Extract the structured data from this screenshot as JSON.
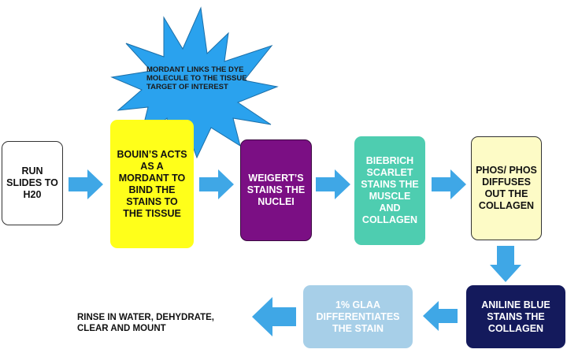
{
  "steps": [
    {
      "label": "RUN SLIDES TO H20"
    },
    {
      "label": "BOUIN’S ACTS AS A MORDANT TO BIND THE STAINS TO THE TISSUE"
    },
    {
      "label": "WEIGERT’S STAINS THE NUCLEI"
    },
    {
      "label": "BIEBRICH SCARLET STAINS THE MUSCLE AND COLLAGEN"
    },
    {
      "label": "PHOS/ PHOS DIFFUSES OUT THE COLLAGEN"
    },
    {
      "label": "ANILINE BLUE STAINS THE COLLAGEN"
    },
    {
      "label": "1% GLAA DIFFERENTIATES THE STAIN"
    }
  ],
  "callout": {
    "text": "MORDANT LINKS THE DYE MOLECULE TO THE TISSUE TARGET OF INTEREST"
  },
  "final_step": {
    "text": "RINSE IN WATER, DEHYDRATE, CLEAR AND MOUNT"
  },
  "colors": {
    "arrow": "#3fa7e6",
    "burst": "#2aa2ee",
    "yellow": "#ffff1a",
    "purple": "#7b0f84",
    "teal": "#4ecdb0",
    "cream": "#fdfbc6",
    "navy": "#141a5c",
    "lightblue": "#a7cfe8"
  }
}
